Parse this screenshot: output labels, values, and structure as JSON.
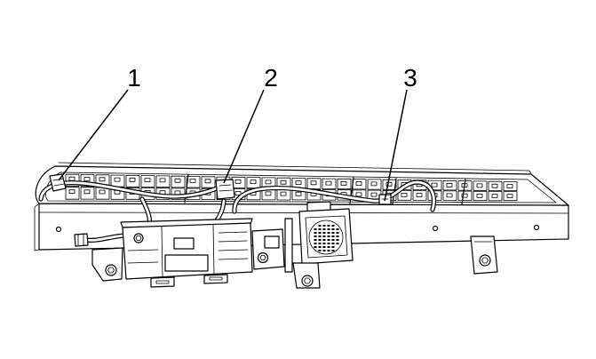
{
  "colors": {
    "line": "#000000",
    "background": "#ffffff"
  },
  "callouts": [
    {
      "label": "1"
    },
    {
      "label": "2"
    },
    {
      "label": "3"
    }
  ]
}
